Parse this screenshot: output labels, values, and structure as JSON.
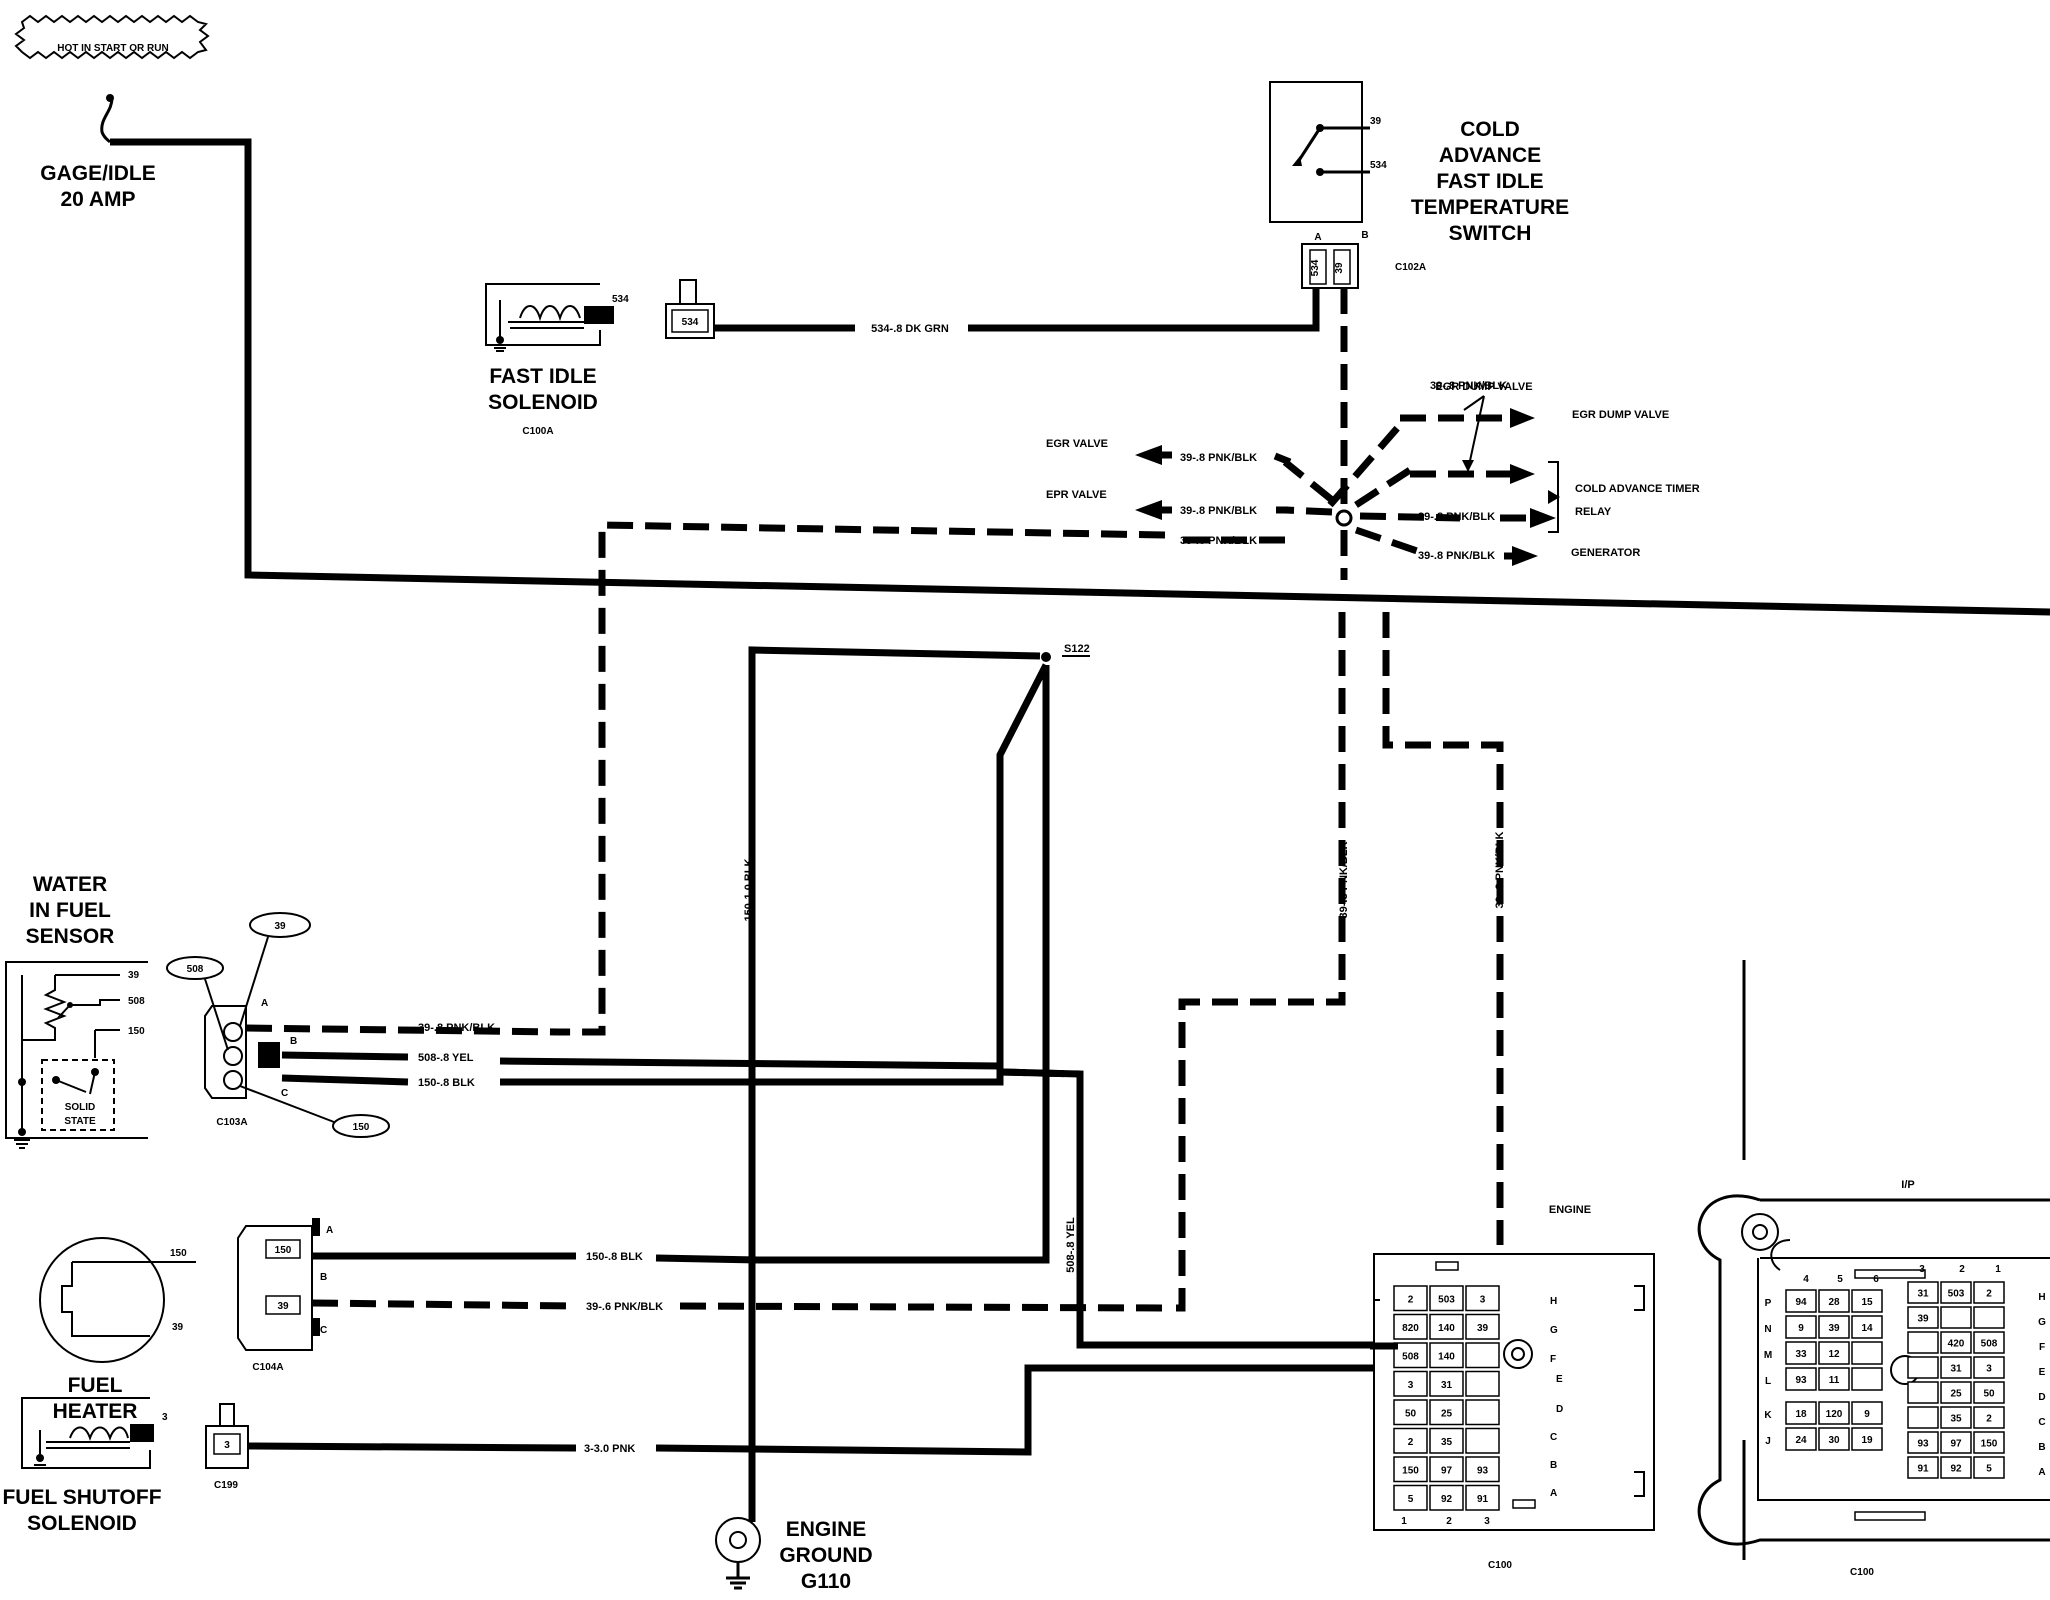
{
  "fuse": {
    "hot_label": "HOT IN START OR RUN",
    "name": "GAGE/IDLE",
    "rating": "20 AMP"
  },
  "cold_advance_switch": {
    "title_lines": [
      "COLD",
      "ADVANCE",
      "FAST IDLE",
      "TEMPERATURE",
      "SWITCH"
    ],
    "terminals": [
      "39",
      "534"
    ],
    "connector": "C102A",
    "pins": [
      "A",
      "B"
    ],
    "cavities": [
      "534",
      "39"
    ]
  },
  "fast_idle_solenoid": {
    "title_lines": [
      "FAST IDLE",
      "SOLENOID"
    ],
    "terminal": "534",
    "connector": "C100A",
    "cavity": "534"
  },
  "wires": {
    "w534": "534-.8 DK GRN",
    "pnk_blk": "39-.8 PNK/BLK",
    "pnk_blk_alt": "39-.6 PNK/BLK",
    "yel": "508-.8 YEL",
    "blk150": "150-.8 BLK",
    "blk150_heavy": "150-1.0 BLK",
    "yel_vertical": "508-.8 YEL",
    "pnk3": "3-3.0 PNK"
  },
  "branches": {
    "egr_dump": "EGR DUMP VALVE",
    "egr_valve": "EGR VALVE",
    "epr_valve": "EPR VALVE",
    "cold_timer": "COLD ADVANCE TIMER",
    "relay": "RELAY",
    "generator": "GENERATOR"
  },
  "splice": "S122",
  "wif_sensor": {
    "title_lines": [
      "WATER",
      "IN FUEL",
      "SENSOR"
    ],
    "terminals": [
      "39",
      "508",
      "150"
    ],
    "module_lines": [
      "SOLID",
      "STATE"
    ],
    "connector": "C103A",
    "callouts": [
      "39",
      "508",
      "150"
    ],
    "pins": [
      "A",
      "B",
      "C"
    ]
  },
  "fuel_heater": {
    "title_lines": [
      "FUEL",
      "HEATER"
    ],
    "terminals": [
      "150",
      "39"
    ],
    "connector": "C104A",
    "cavities": [
      "150",
      "39"
    ],
    "pins": [
      "A",
      "B",
      "C"
    ]
  },
  "fuel_shutoff": {
    "title_lines": [
      "FUEL SHUTOFF",
      "SOLENOID"
    ],
    "terminal": "3",
    "connector": "C199",
    "cavity": "3"
  },
  "ground": {
    "title_lines": [
      "ENGINE",
      "GROUND",
      "G110"
    ]
  },
  "c100_engine": {
    "side_label": "ENGINE",
    "connector": "C100",
    "row_letters": [
      "H",
      "G",
      "F",
      "E",
      "D",
      "C",
      "B",
      "A"
    ],
    "col_numbers": [
      "1",
      "2",
      "3"
    ],
    "cells": [
      [
        "2",
        "503",
        "3"
      ],
      [
        "820",
        "140",
        "39"
      ],
      [
        "508",
        "140",
        ""
      ],
      [
        "3",
        "31",
        ""
      ],
      [
        "50",
        "25",
        ""
      ],
      [
        "2",
        "35",
        ""
      ],
      [
        "150",
        "97",
        "93"
      ],
      [
        "5",
        "92",
        "91"
      ]
    ]
  },
  "c100_ip": {
    "side_label": "I/P",
    "connector": "C100",
    "top_numbers": [
      "4",
      "5",
      "6",
      "3",
      "2",
      "1"
    ],
    "left_letters": [
      "P",
      "N",
      "M",
      "L",
      "K",
      "J"
    ],
    "right_letters": [
      "H",
      "G",
      "F",
      "E",
      "D",
      "C",
      "B",
      "A"
    ],
    "left_grid": [
      [
        "94",
        "28",
        "15"
      ],
      [
        "9",
        "39",
        "14"
      ],
      [
        "33",
        "12",
        ""
      ],
      [
        "93",
        "11",
        ""
      ]
    ],
    "left_bottom": [
      [
        "18",
        "120",
        "9"
      ],
      [
        "24",
        "30",
        "19"
      ]
    ],
    "right_grid": [
      [
        "31",
        "503",
        "2"
      ],
      [
        "39",
        "",
        ""
      ],
      [
        "",
        "420",
        "508"
      ],
      [
        "",
        "31",
        "3"
      ],
      [
        "",
        "25",
        "50"
      ],
      [
        "",
        "35",
        "2"
      ],
      [
        "93",
        "97",
        "150"
      ],
      [
        "91",
        "92",
        "5"
      ]
    ]
  }
}
